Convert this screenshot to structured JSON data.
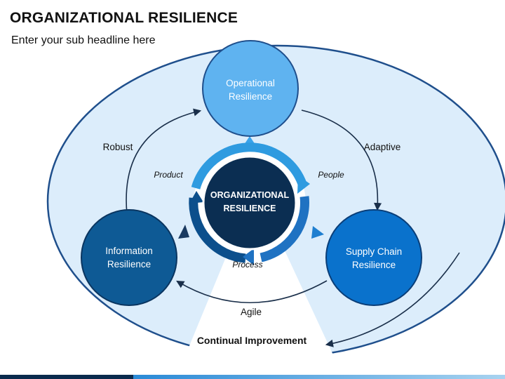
{
  "header": {
    "title": "ORGANIZATIONAL RESILIENCE",
    "subtitle": "Enter your sub headline here"
  },
  "diagram": {
    "center": {
      "line1": "ORGANIZATIONAL",
      "line2": "RESILIENCE"
    },
    "nodes": {
      "operational": {
        "line1": "Operational",
        "line2": "Resilience"
      },
      "information": {
        "line1": "Information",
        "line2": "Resilience"
      },
      "supply_chain": {
        "line1": "Supply Chain",
        "line2": "Resilience"
      }
    },
    "outer_labels": {
      "robust": "Robust",
      "adaptive": "Adaptive",
      "agile": "Agile"
    },
    "inner_labels": {
      "product": "Product",
      "people": "People",
      "process": "Process"
    },
    "footer_label": "Continual Improvement"
  },
  "colors": {
    "outer_fill": "#dcedfb",
    "outer_stroke": "#1f4f8c",
    "operational_fill": "#5fb3f0",
    "information_fill": "#0e5a95",
    "supply_chain_fill": "#0a72cc",
    "center_fill": "#0b2e52",
    "ring_light": "#2f9be0",
    "ring_dark": "#0c4f8c",
    "arrow_dark": "#1a2f4a"
  }
}
